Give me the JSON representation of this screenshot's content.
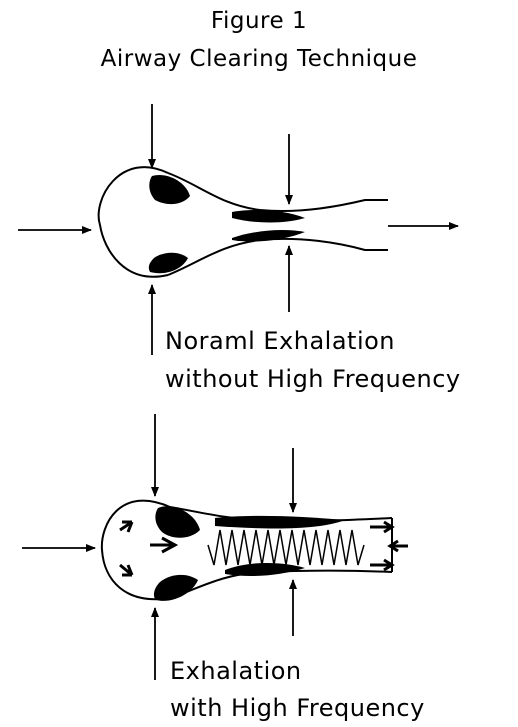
{
  "figure": {
    "title_line1": "Figure 1",
    "title_line2": "Airway Clearing Technique"
  },
  "panels": [
    {
      "caption_line1": "Noraml Exhalation",
      "caption_line2": "without High Frequency"
    },
    {
      "caption_line1": "Exhalation",
      "caption_line2": "with High Frequency"
    }
  ],
  "colors": {
    "ink": "#000000",
    "background": "#ffffff"
  }
}
